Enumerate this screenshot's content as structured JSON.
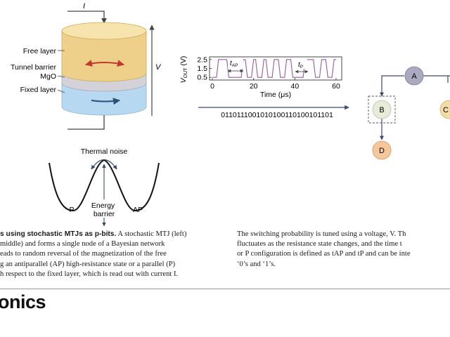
{
  "figure": {
    "mtj": {
      "current_label": "I",
      "voltage_label": "V",
      "free_layer": "Free layer",
      "tunnel_barrier": "Tunnel barrier",
      "mgo": "MgO",
      "fixed_layer": "Fixed layer",
      "colors": {
        "free": "#efd08a",
        "barrier": "#d2d2d8",
        "fixed": "#b6d8f0",
        "arrow": "#c0392b",
        "fixed_arrow": "#2c4f78"
      }
    },
    "landscape": {
      "thermal_noise": "Thermal noise",
      "p_label": "P",
      "ap_label": "AP",
      "energy_barrier": "Energy\nbarrier"
    },
    "trace": {
      "ylabel": "V",
      "ylabel_sub": "OUT",
      "ylabel_unit": "(V)",
      "xlabel": "Time (μs)",
      "t_ap": "t",
      "t_ap_sub": "AP",
      "t_p": "t",
      "t_p_sub": "P",
      "bitstream": "0110111001010100110100101101",
      "color": "#9a5aa0"
    },
    "network": {
      "nodes": [
        "A",
        "B",
        "C",
        "D"
      ],
      "colors": {
        "A": "#a9a9bf",
        "B": "#e6ecd8",
        "C": "#f3dba6",
        "D": "#f5c79a"
      }
    }
  },
  "chart_data": {
    "type": "line",
    "title": "",
    "xlabel": "Time (μs)",
    "ylabel": "VOUT (V)",
    "xlim": [
      -2,
      62
    ],
    "ylim": [
      0.2,
      2.8
    ],
    "xticks": [
      0,
      20,
      40,
      60
    ],
    "yticks": [
      0.5,
      1.5,
      2.5
    ],
    "series": [
      {
        "values": [
          [
            0,
            0.5
          ],
          [
            2,
            0.5
          ],
          [
            3,
            2.5
          ],
          [
            7,
            2.5
          ],
          [
            8,
            0.5
          ],
          [
            14,
            0.5
          ],
          [
            15,
            2.5
          ],
          [
            16,
            2.5
          ],
          [
            17,
            0.5
          ],
          [
            19,
            0.5
          ],
          [
            20,
            2.5
          ],
          [
            21,
            2.5
          ],
          [
            22,
            0.5
          ],
          [
            24,
            0.5
          ],
          [
            25,
            2.5
          ],
          [
            26,
            2.5
          ],
          [
            27,
            0.5
          ],
          [
            29,
            0.5
          ],
          [
            30,
            2.5
          ],
          [
            32,
            2.5
          ],
          [
            33,
            0.5
          ],
          [
            35,
            0.5
          ],
          [
            36,
            2.5
          ],
          [
            38,
            2.5
          ],
          [
            39,
            0.5
          ],
          [
            44,
            0.5
          ],
          [
            45,
            2.5
          ],
          [
            49,
            2.5
          ],
          [
            50,
            0.5
          ],
          [
            52,
            0.5
          ],
          [
            53,
            2.5
          ],
          [
            55,
            2.5
          ],
          [
            56,
            0.5
          ],
          [
            58,
            0.5
          ],
          [
            59,
            2.5
          ],
          [
            60,
            2.5
          ]
        ]
      }
    ]
  },
  "captions": {
    "left": {
      "bold": "s using stochastic MTJs as p-bits.",
      "line1_rest": " A stochastic MTJ (left)",
      "line2": "middle) and forms a single node of a Bayesian network",
      "line3": "eads to random reversal of the magnetization of the free",
      "line4": "g an antiparallel (AP) high-resistance state or a parallel (P)",
      "line5": "h respect to the fixed layer, which is read out with current I."
    },
    "right": {
      "line1": "The switching probability is tuned using a voltage, V. Th",
      "line2": "fluctuates as the resistance state changes, and the time t",
      "line3": "or P configuration is defined as tAP and tP and can be inte",
      "line4": "‘0’s and ‘1’s."
    }
  },
  "footer": {
    "journal_fragment": "onics"
  }
}
